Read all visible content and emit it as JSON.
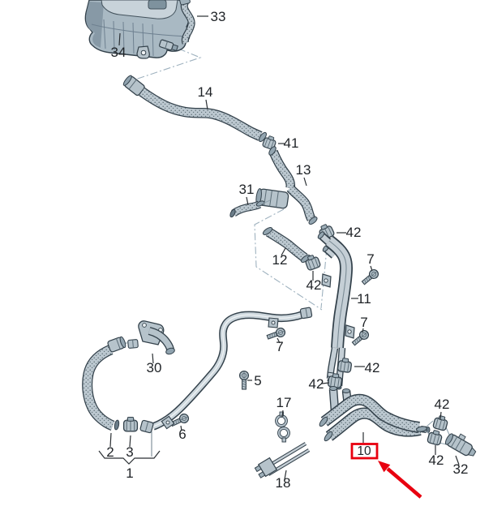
{
  "diagram": {
    "type": "parts-diagram",
    "subject": "cooling-system-hoses",
    "background_color": "#ffffff",
    "highlight_color": "#e8000f",
    "line_color": "#33414b",
    "highlighted_callout": "10",
    "callouts": [
      {
        "label": "33",
        "part": "breather-hose"
      },
      {
        "label": "34",
        "part": "expansion-tank"
      },
      {
        "label": "14",
        "part": "hose"
      },
      {
        "label": "41",
        "part": "hose-clamp"
      },
      {
        "label": "13",
        "part": "branch-hose"
      },
      {
        "label": "31",
        "part": "hose"
      },
      {
        "label": "42",
        "part": "hose-clamp"
      },
      {
        "label": "12",
        "part": "hose"
      },
      {
        "label": "7",
        "part": "bolt"
      },
      {
        "label": "42",
        "part": "hose-clamp"
      },
      {
        "label": "11",
        "part": "coolant-pipe"
      },
      {
        "label": "7",
        "part": "bolt"
      },
      {
        "label": "7",
        "part": "bolt"
      },
      {
        "label": "42",
        "part": "hose-clamp"
      },
      {
        "label": "5",
        "part": "bolt"
      },
      {
        "label": "42",
        "part": "hose-clamp"
      },
      {
        "label": "30",
        "part": "connecting-flange"
      },
      {
        "label": "17",
        "part": "spring-clip"
      },
      {
        "label": "42",
        "part": "hose-clamp"
      },
      {
        "label": "6",
        "part": "bolt"
      },
      {
        "label": "2",
        "part": "hose"
      },
      {
        "label": "3",
        "part": "hose-clamp"
      },
      {
        "label": "10",
        "part": "twin-hose",
        "highlighted": true
      },
      {
        "label": "42",
        "part": "hose-clamp"
      },
      {
        "label": "32",
        "part": "connector-piece"
      },
      {
        "label": "18",
        "part": "retaining-strips"
      },
      {
        "label": "1",
        "part": "pipe-assembly"
      }
    ]
  }
}
